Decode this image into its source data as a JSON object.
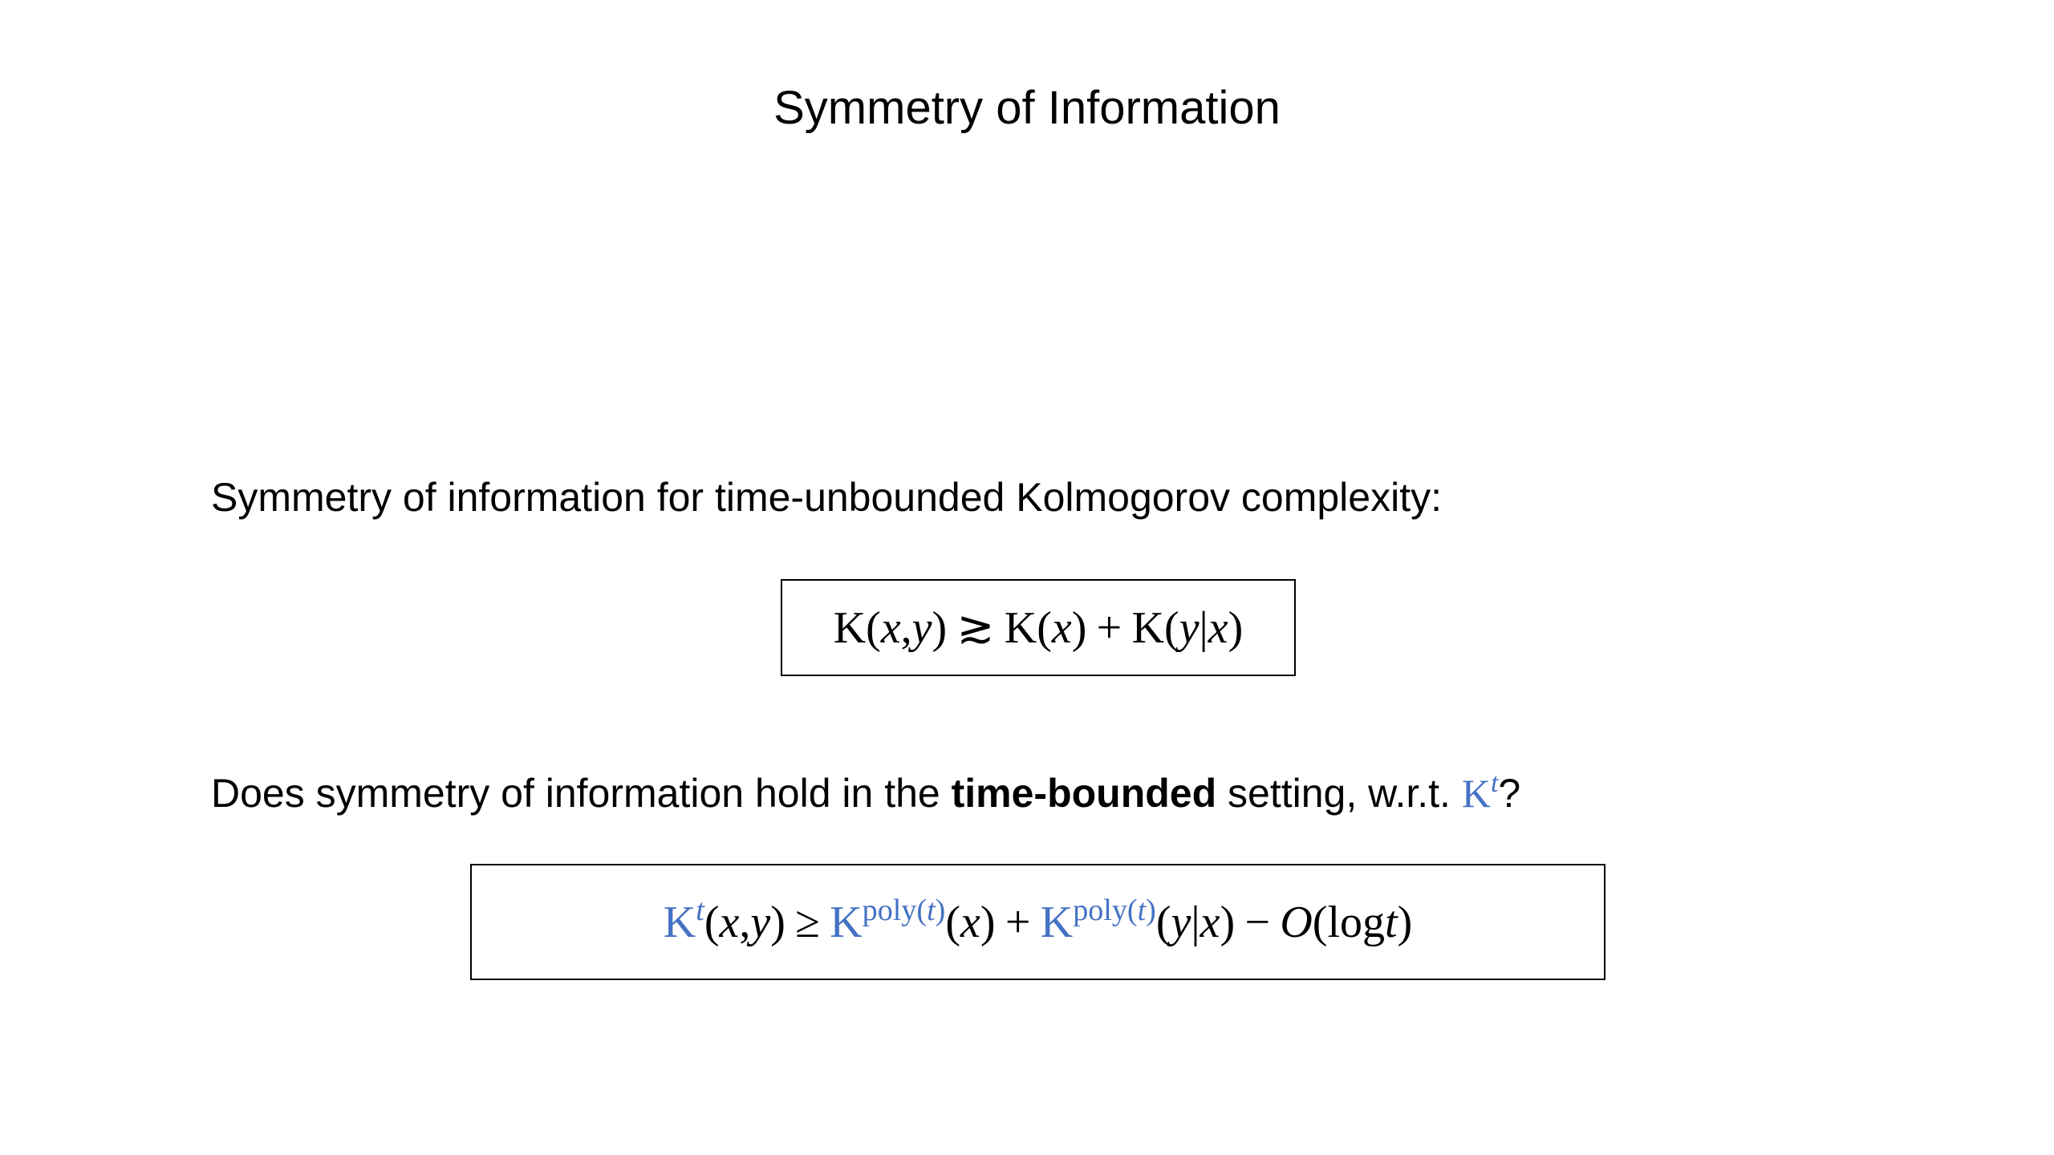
{
  "slide": {
    "title": "Symmetry of Information",
    "intro": "Symmetry of information for time-unbounded Kolmogorov complexity:",
    "question": {
      "prefix": "Does symmetry of information hold in the ",
      "bold": "time-bounded",
      "middle": " setting, w.r.t. ",
      "k_symbol": "K",
      "k_superscript": "t",
      "suffix": "?"
    },
    "formula_1": {
      "K1": "K",
      "args1": "(",
      "x1": "x",
      "comma": ", ",
      "y1": "y",
      "close1": ")",
      "relation": "≳",
      "K2": "K",
      "open2": "(",
      "x2": "x",
      "close2": ")",
      "plus": "+",
      "K3": "K",
      "open3": "(",
      "y3": "y",
      "bar": " | ",
      "x3": "x",
      "close3": ")"
    },
    "formula_2": {
      "K1": "K",
      "sup1": "t",
      "open1": "(",
      "x1": "x",
      "comma": ", ",
      "y1": "y",
      "close1": ")",
      "relation": "≥",
      "K2": "K",
      "sup2": "poly(",
      "sup2_t": "t",
      "sup2_close": ")",
      "open2": "(",
      "x2": "x",
      "close2": ")",
      "plus": "+",
      "K3": "K",
      "sup3": "poly(",
      "sup3_t": "t",
      "sup3_close": ")",
      "open3": "(",
      "y3": "y",
      "bar": " | ",
      "x3": "x",
      "close3": ")",
      "minus": "−",
      "big_o": "O",
      "open4": "(",
      "log": "log ",
      "t4": "t",
      "close4": ")"
    }
  },
  "colors": {
    "accent_blue": "#4472c4",
    "text": "#000000",
    "background": "#ffffff"
  }
}
